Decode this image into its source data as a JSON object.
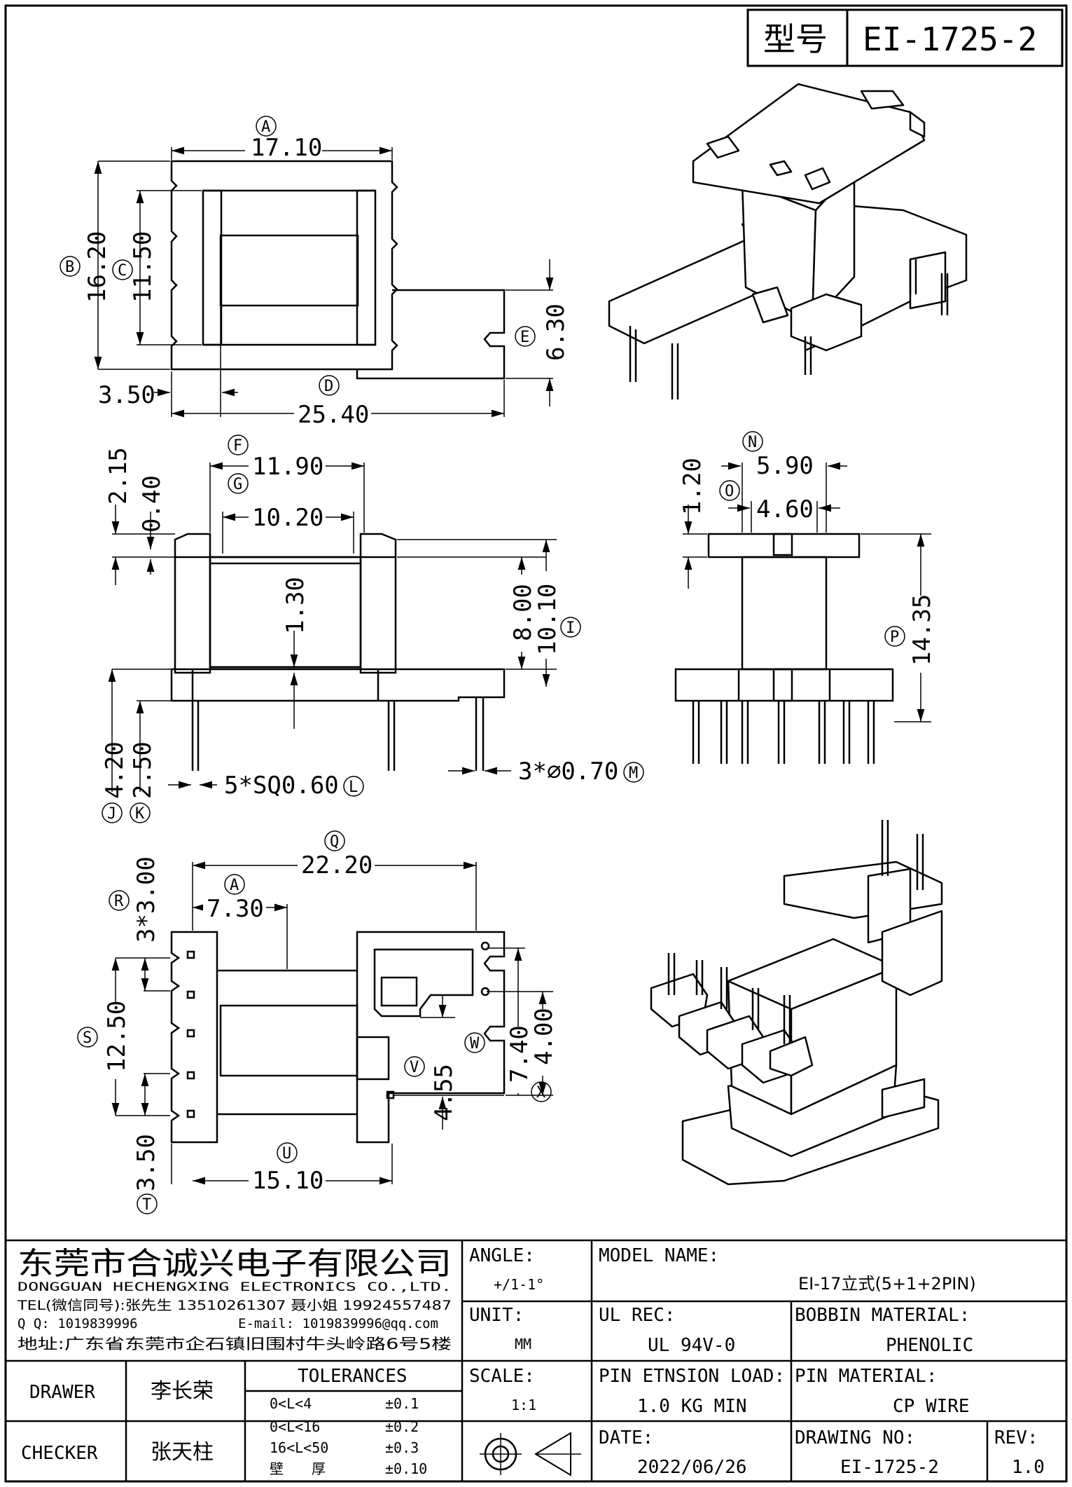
{
  "header": {
    "label": "型号",
    "part_number": "EI-1725-2"
  },
  "views": {
    "top": {
      "dims": {
        "A": "17.10",
        "B": "16.20",
        "C": "11.50",
        "D": "25.40",
        "E": "6.30",
        "left": "3.50"
      },
      "markers": {
        "A": "A",
        "B": "B",
        "C": "C",
        "D": "D",
        "E": "E"
      }
    },
    "front": {
      "dims": {
        "F": "11.90",
        "G": "10.20",
        "h215": "2.15",
        "h040": "0.40",
        "h130": "1.30",
        "h800": "8.00",
        "h1010": "10.10",
        "h420": "4.20",
        "h250": "2.50",
        "L": "5*SQ0.60",
        "M": "3*⌀0.70"
      },
      "markers": {
        "F": "F",
        "G": "G",
        "I": "I",
        "J": "J",
        "K": "K",
        "L": "L",
        "M": "M"
      }
    },
    "side": {
      "dims": {
        "N": "5.90",
        "O": "4.60",
        "h120": "1.20",
        "P": "14.35"
      },
      "markers": {
        "N": "N",
        "O": "O",
        "P": "P"
      }
    },
    "bottom": {
      "dims": {
        "Q": "22.20",
        "A": "7.30",
        "R": "3*3.00",
        "S": "12.50",
        "T": "3.50",
        "U": "15.10",
        "V": "4.55",
        "W": "7.40",
        "X": "4.00"
      },
      "markers": {
        "Q": "Q",
        "A": "A",
        "R": "R",
        "S": "S",
        "T": "T",
        "U": "U",
        "V": "V",
        "W": "W",
        "X": "X"
      }
    }
  },
  "title_block": {
    "company_cn": "东莞市合诚兴电子有限公司",
    "company_en": "DONGGUAN HECHENGXING ELECTRONICS CO.,LTD.",
    "tel": "TEL(微信同号):张先生 13510261307 聂小姐 19924557487",
    "qq": "Q Q: 1019839996",
    "email": "E-mail: 1019839996@qq.com",
    "address": "地址:广东省东莞市企石镇旧围村牛头岭路6号5楼",
    "angle_label": "ANGLE:",
    "angle_value": "+/1-1°",
    "unit_label": "UNIT:",
    "unit_value": "MM",
    "scale_label": "SCALE:",
    "scale_value": "1:1",
    "model_label": "MODEL NAME:",
    "model_value": "EI-17立式(5+1+2PIN)",
    "ul_label": "UL REC:",
    "ul_value": "UL 94V-0",
    "bobbin_label": "BOBBIN MATERIAL:",
    "bobbin_value": "PHENOLIC",
    "pinload_label": "PIN ETNSION LOAD:",
    "pinload_value": "1.0 KG MIN",
    "pinmat_label": "PIN MATERIAL:",
    "pinmat_value": "CP WIRE",
    "date_label": "DATE:",
    "date_value": "2022/06/26",
    "drawno_label": "DRAWING NO:",
    "drawno_value": "EI-1725-2",
    "rev_label": "REV:",
    "rev_value": "1.0",
    "drawer_label": "DRAWER",
    "drawer_value": "李长荣",
    "checker_label": "CHECKER",
    "checker_value": "张天柱",
    "tolerances_label": "TOLERANCES",
    "tolerances": [
      {
        "range": "0<L<4",
        "value": "±0.1"
      },
      {
        "range": "0<L<16",
        "value": "±0.2"
      },
      {
        "range": "16<L<50",
        "value": "±0.3"
      },
      {
        "range": "壁　　厚",
        "value": "±0.10"
      }
    ]
  }
}
